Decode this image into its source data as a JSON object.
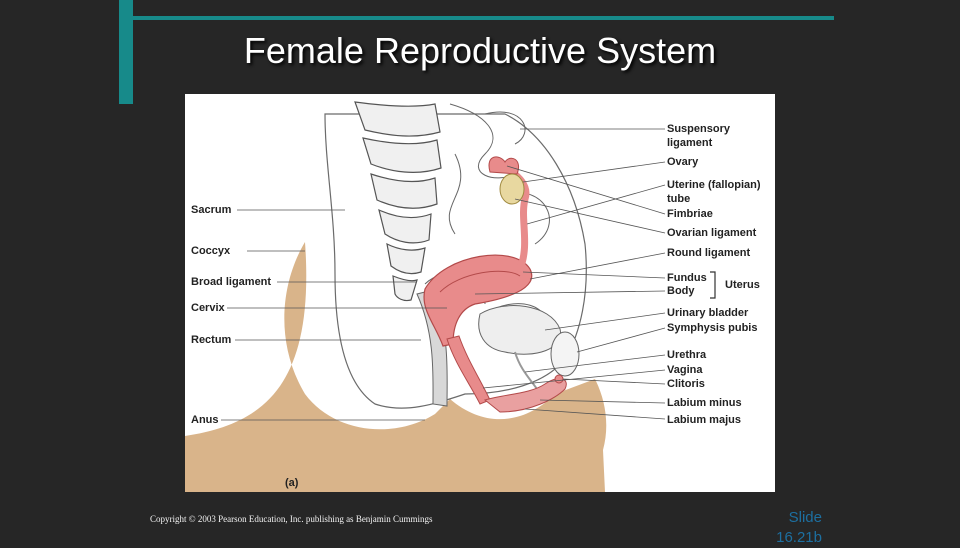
{
  "slide": {
    "title": "Female Reproductive System",
    "copyright": "Copyright © 2003 Pearson Education, Inc. publishing as Benjamin Cummings",
    "slide_number_line1": "Slide",
    "slide_number_line2": "16.21b"
  },
  "colors": {
    "background": "#262626",
    "accent": "#178a8a",
    "skin": "#d9b48a",
    "organ": "#e88b8b"
  },
  "figure": {
    "panel_label": "(a)",
    "left_labels": [
      "Sacrum",
      "Coccyx",
      "Broad ligament",
      "Cervix",
      "Rectum",
      "Anus"
    ],
    "right_labels": [
      "Suspensory\nligament",
      "Ovary",
      "Uterine (fallopian)\ntube",
      "Fimbriae",
      "Ovarian ligament",
      "Round ligament",
      "Fundus",
      "Body",
      "Urinary bladder",
      "Symphysis pubis",
      "Urethra",
      "Vagina",
      "Clitoris",
      "Labium minus",
      "Labium majus"
    ],
    "uterus_bracket_label": "Uterus"
  }
}
